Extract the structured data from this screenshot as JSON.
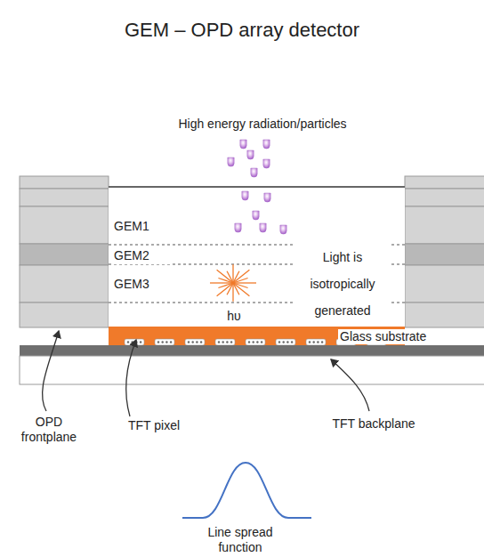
{
  "diagram": {
    "title": "GEM – OPD array detector",
    "labels": [
      "High energy radiation/particles",
      "GEM1",
      "GEM2",
      "GEM3",
      "Light is isotropically generated",
      "hυ",
      "Glass substrate",
      "OPD frontplane",
      "TFT pixel",
      "TFT backplane",
      "Line spread function"
    ]
  }
}
